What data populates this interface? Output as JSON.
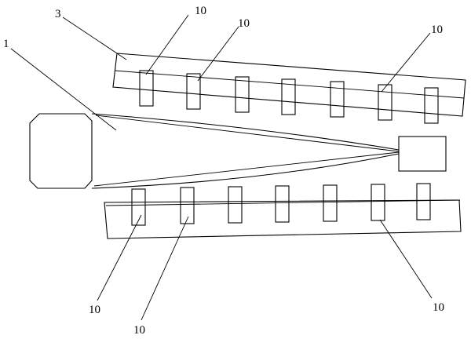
{
  "labels": {
    "part_1": "1",
    "part_3": "3",
    "part_10": "10"
  }
}
